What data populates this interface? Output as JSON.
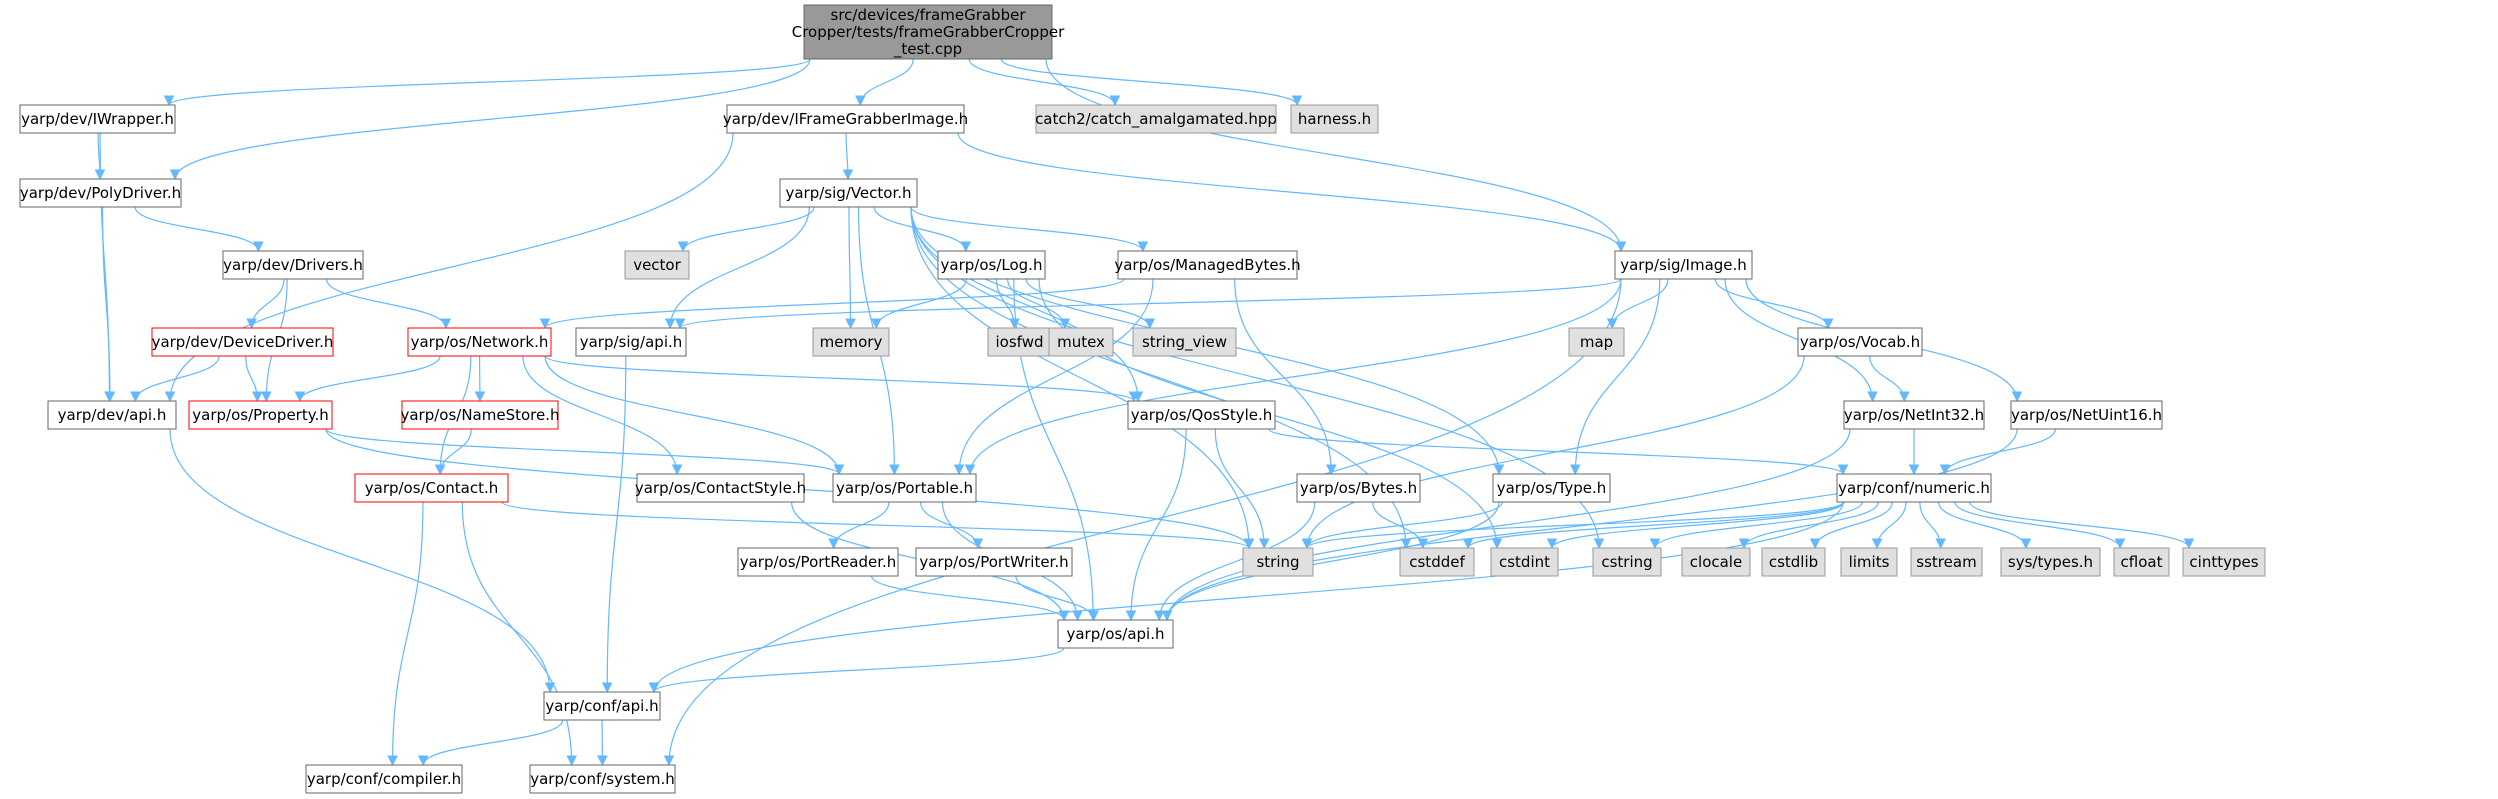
{
  "colors": {
    "root_fill": "#999999",
    "normal_fill": "#ffffff",
    "normal_border": "#666666",
    "truncated_border": "#ff0000",
    "external_fill": "#e0e0e0",
    "external_border": "#999999",
    "edge": "#63b8ff"
  },
  "nodes": [
    {
      "id": "root",
      "lines": [
        "src/devices/frameGrabber",
        "Cropper/tests/frameGrabberCropper",
        "_test.cpp"
      ],
      "kind": "root"
    },
    {
      "id": "iwrapper",
      "lines": [
        "yarp/dev/IWrapper.h"
      ],
      "kind": "normal"
    },
    {
      "id": "iframegrabberimage",
      "lines": [
        "yarp/dev/IFrameGrabberImage.h"
      ],
      "kind": "normal"
    },
    {
      "id": "catch2",
      "lines": [
        "catch2/catch_amalgamated.hpp"
      ],
      "kind": "external"
    },
    {
      "id": "harness",
      "lines": [
        "harness.h"
      ],
      "kind": "external"
    },
    {
      "id": "polydriver",
      "lines": [
        "yarp/dev/PolyDriver.h"
      ],
      "kind": "normal"
    },
    {
      "id": "sigvector",
      "lines": [
        "yarp/sig/Vector.h"
      ],
      "kind": "normal"
    },
    {
      "id": "drivers",
      "lines": [
        "yarp/dev/Drivers.h"
      ],
      "kind": "normal"
    },
    {
      "id": "vector",
      "lines": [
        "vector"
      ],
      "kind": "external"
    },
    {
      "id": "oslog",
      "lines": [
        "yarp/os/Log.h"
      ],
      "kind": "normal"
    },
    {
      "id": "managedbytes",
      "lines": [
        "yarp/os/ManagedBytes.h"
      ],
      "kind": "normal"
    },
    {
      "id": "sigimage",
      "lines": [
        "yarp/sig/Image.h"
      ],
      "kind": "normal"
    },
    {
      "id": "devicedriver",
      "lines": [
        "yarp/dev/DeviceDriver.h"
      ],
      "kind": "truncated"
    },
    {
      "id": "network",
      "lines": [
        "yarp/os/Network.h"
      ],
      "kind": "truncated"
    },
    {
      "id": "sigapi",
      "lines": [
        "yarp/sig/api.h"
      ],
      "kind": "normal"
    },
    {
      "id": "memory",
      "lines": [
        "memory"
      ],
      "kind": "external"
    },
    {
      "id": "iosfwd",
      "lines": [
        "iosfwd"
      ],
      "kind": "external"
    },
    {
      "id": "mutex",
      "lines": [
        "mutex"
      ],
      "kind": "external"
    },
    {
      "id": "string_view",
      "lines": [
        "string_view"
      ],
      "kind": "external"
    },
    {
      "id": "map",
      "lines": [
        "map"
      ],
      "kind": "external"
    },
    {
      "id": "vocab",
      "lines": [
        "yarp/os/Vocab.h"
      ],
      "kind": "normal"
    },
    {
      "id": "devapi",
      "lines": [
        "yarp/dev/api.h"
      ],
      "kind": "normal"
    },
    {
      "id": "property",
      "lines": [
        "yarp/os/Property.h"
      ],
      "kind": "truncated"
    },
    {
      "id": "namestore",
      "lines": [
        "yarp/os/NameStore.h"
      ],
      "kind": "truncated"
    },
    {
      "id": "qosstyle",
      "lines": [
        "yarp/os/QosStyle.h"
      ],
      "kind": "normal"
    },
    {
      "id": "netint32",
      "lines": [
        "yarp/os/NetInt32.h"
      ],
      "kind": "normal"
    },
    {
      "id": "netuint16",
      "lines": [
        "yarp/os/NetUint16.h"
      ],
      "kind": "normal"
    },
    {
      "id": "contact",
      "lines": [
        "yarp/os/Contact.h"
      ],
      "kind": "truncated"
    },
    {
      "id": "contactstyle",
      "lines": [
        "yarp/os/ContactStyle.h"
      ],
      "kind": "normal"
    },
    {
      "id": "portable",
      "lines": [
        "yarp/os/Portable.h"
      ],
      "kind": "normal"
    },
    {
      "id": "osbytes",
      "lines": [
        "yarp/os/Bytes.h"
      ],
      "kind": "normal"
    },
    {
      "id": "ostype",
      "lines": [
        "yarp/os/Type.h"
      ],
      "kind": "normal"
    },
    {
      "id": "numeric",
      "lines": [
        "yarp/conf/numeric.h"
      ],
      "kind": "normal"
    },
    {
      "id": "string",
      "lines": [
        "string"
      ],
      "kind": "external"
    },
    {
      "id": "cstddef",
      "lines": [
        "cstddef"
      ],
      "kind": "external"
    },
    {
      "id": "cstdint",
      "lines": [
        "cstdint"
      ],
      "kind": "external"
    },
    {
      "id": "cstring",
      "lines": [
        "cstring"
      ],
      "kind": "external"
    },
    {
      "id": "clocale",
      "lines": [
        "clocale"
      ],
      "kind": "external"
    },
    {
      "id": "cstdlib",
      "lines": [
        "cstdlib"
      ],
      "kind": "external"
    },
    {
      "id": "limits",
      "lines": [
        "limits"
      ],
      "kind": "external"
    },
    {
      "id": "sstream",
      "lines": [
        "sstream"
      ],
      "kind": "external"
    },
    {
      "id": "systypes",
      "lines": [
        "sys/types.h"
      ],
      "kind": "external"
    },
    {
      "id": "cfloat",
      "lines": [
        "cfloat"
      ],
      "kind": "external"
    },
    {
      "id": "cinttypes",
      "lines": [
        "cinttypes"
      ],
      "kind": "external"
    },
    {
      "id": "portreader",
      "lines": [
        "yarp/os/PortReader.h"
      ],
      "kind": "normal"
    },
    {
      "id": "portwriter",
      "lines": [
        "yarp/os/PortWriter.h"
      ],
      "kind": "normal"
    },
    {
      "id": "osapi",
      "lines": [
        "yarp/os/api.h"
      ],
      "kind": "normal"
    },
    {
      "id": "confapi",
      "lines": [
        "yarp/conf/api.h"
      ],
      "kind": "normal"
    },
    {
      "id": "compiler",
      "lines": [
        "yarp/conf/compiler.h"
      ],
      "kind": "normal"
    },
    {
      "id": "system",
      "lines": [
        "yarp/conf/system.h"
      ],
      "kind": "normal"
    }
  ],
  "edges": [
    [
      "root",
      "iwrapper"
    ],
    [
      "root",
      "polydriver"
    ],
    [
      "root",
      "iframegrabberimage"
    ],
    [
      "root",
      "sigimage"
    ],
    [
      "root",
      "catch2"
    ],
    [
      "root",
      "harness"
    ],
    [
      "iwrapper",
      "polydriver"
    ],
    [
      "iwrapper",
      "devapi"
    ],
    [
      "polydriver",
      "drivers"
    ],
    [
      "polydriver",
      "devapi"
    ],
    [
      "iframegrabberimage",
      "sigvector"
    ],
    [
      "iframegrabberimage",
      "sigimage"
    ],
    [
      "iframegrabberimage",
      "devapi"
    ],
    [
      "drivers",
      "devicedriver"
    ],
    [
      "drivers",
      "network"
    ],
    [
      "drivers",
      "property"
    ],
    [
      "devicedriver",
      "devapi"
    ],
    [
      "devicedriver",
      "property"
    ],
    [
      "devapi",
      "confapi"
    ],
    [
      "sigvector",
      "vector"
    ],
    [
      "sigvector",
      "oslog"
    ],
    [
      "sigvector",
      "managedbytes"
    ],
    [
      "sigvector",
      "memory"
    ],
    [
      "sigvector",
      "sigapi"
    ],
    [
      "sigvector",
      "portable"
    ],
    [
      "sigvector",
      "ostype"
    ],
    [
      "sigvector",
      "string"
    ],
    [
      "sigvector",
      "cstring"
    ],
    [
      "sigvector",
      "cstddef"
    ],
    [
      "sigvector",
      "qosstyle"
    ],
    [
      "oslog",
      "memory"
    ],
    [
      "oslog",
      "iosfwd"
    ],
    [
      "oslog",
      "mutex"
    ],
    [
      "oslog",
      "string_view"
    ],
    [
      "oslog",
      "cstdint"
    ],
    [
      "oslog",
      "osapi"
    ],
    [
      "managedbytes",
      "network"
    ],
    [
      "managedbytes",
      "osbytes"
    ],
    [
      "managedbytes",
      "portable"
    ],
    [
      "sigimage",
      "sigapi"
    ],
    [
      "sigimage",
      "map"
    ],
    [
      "sigimage",
      "vocab"
    ],
    [
      "sigimage",
      "netint32"
    ],
    [
      "sigimage",
      "netuint16"
    ],
    [
      "sigimage",
      "ostype"
    ],
    [
      "sigimage",
      "portable"
    ],
    [
      "sigimage",
      "system"
    ],
    [
      "network",
      "property"
    ],
    [
      "network",
      "namestore"
    ],
    [
      "network",
      "contact"
    ],
    [
      "network",
      "contactstyle"
    ],
    [
      "network",
      "portable"
    ],
    [
      "network",
      "qosstyle"
    ],
    [
      "namestore",
      "contact"
    ],
    [
      "property",
      "portable"
    ],
    [
      "property",
      "string"
    ],
    [
      "contact",
      "string"
    ],
    [
      "contact",
      "compiler"
    ],
    [
      "contact",
      "system"
    ],
    [
      "contactstyle",
      "osapi"
    ],
    [
      "sigapi",
      "confapi"
    ],
    [
      "vocab",
      "netint32"
    ],
    [
      "vocab",
      "string"
    ],
    [
      "netint32",
      "numeric"
    ],
    [
      "netint32",
      "osapi"
    ],
    [
      "netuint16",
      "numeric"
    ],
    [
      "netuint16",
      "osapi"
    ],
    [
      "qosstyle",
      "numeric"
    ],
    [
      "qosstyle",
      "string"
    ],
    [
      "qosstyle",
      "osapi"
    ],
    [
      "portable",
      "portreader"
    ],
    [
      "portable",
      "portwriter"
    ],
    [
      "portable",
      "osapi"
    ],
    [
      "portreader",
      "osapi"
    ],
    [
      "portwriter",
      "osapi"
    ],
    [
      "osbytes",
      "cstddef"
    ],
    [
      "osbytes",
      "osapi"
    ],
    [
      "ostype",
      "string"
    ],
    [
      "ostype",
      "osapi"
    ],
    [
      "numeric",
      "string"
    ],
    [
      "numeric",
      "cstddef"
    ],
    [
      "numeric",
      "cstdint"
    ],
    [
      "numeric",
      "cstring"
    ],
    [
      "numeric",
      "clocale"
    ],
    [
      "numeric",
      "cstdlib"
    ],
    [
      "numeric",
      "limits"
    ],
    [
      "numeric",
      "sstream"
    ],
    [
      "numeric",
      "systypes"
    ],
    [
      "numeric",
      "cfloat"
    ],
    [
      "numeric",
      "cinttypes"
    ],
    [
      "numeric",
      "confapi"
    ],
    [
      "osapi",
      "confapi"
    ],
    [
      "confapi",
      "compiler"
    ],
    [
      "confapi",
      "system"
    ]
  ]
}
